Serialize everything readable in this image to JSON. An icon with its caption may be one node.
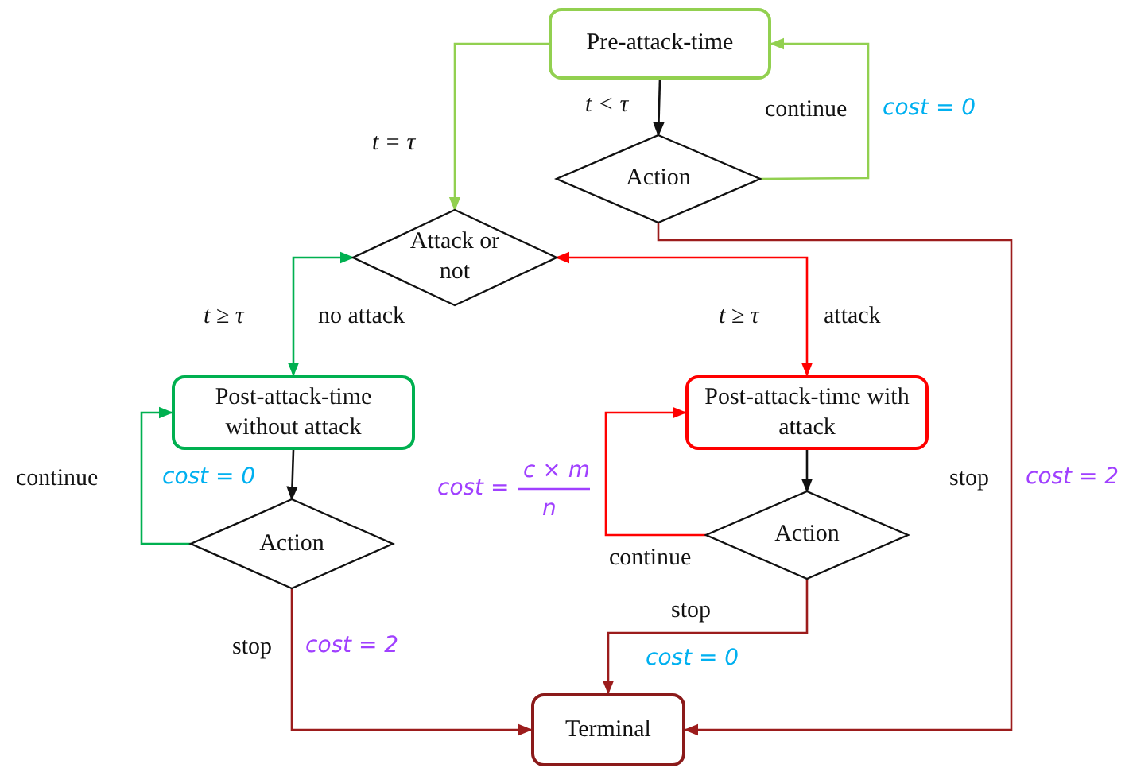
{
  "diagram": {
    "nodes": [
      {
        "text": [
          "Pre-attack-time"
        ]
      },
      {
        "text": [
          "Action"
        ]
      },
      {
        "text": [
          "Attack or not"
        ]
      },
      {
        "text": [
          "Post-attack-time without attack"
        ]
      },
      {
        "text": [
          "Action"
        ]
      },
      {
        "text": [
          "Post-attack-time with attack"
        ]
      },
      {
        "text": [
          "Action"
        ]
      },
      {
        "text": [
          "Terminal"
        ]
      }
    ],
    "edges": [
      {
        "from": 0,
        "to": 1,
        "arrow": "to",
        "label": "t < τ"
      },
      {
        "from": 1,
        "to": 0,
        "arrow": "to",
        "label": "continue",
        "color": "#92d050"
      },
      {
        "from": 0,
        "to": 2,
        "arrow": "to",
        "label": "t = τ",
        "color": "#92d050"
      },
      {
        "from": 1,
        "to": 7,
        "arrow": "to",
        "label": "stop",
        "color": "#9c1c1c"
      },
      {
        "from": 2,
        "to": 3,
        "arrow": "both",
        "label": "no attack",
        "color": "#00b050"
      },
      {
        "from": 2,
        "to": 5,
        "arrow": "both",
        "label": "attack",
        "color": "#ff0000"
      },
      {
        "from": 3,
        "to": 4,
        "arrow": "to"
      },
      {
        "from": 4,
        "to": 3,
        "arrow": "to",
        "label": "continue",
        "color": "#00b050"
      },
      {
        "from": 4,
        "to": 7,
        "arrow": "to",
        "label": "stop",
        "color": "#9c1c1c"
      },
      {
        "from": 5,
        "to": 6,
        "arrow": "to"
      },
      {
        "from": 6,
        "to": 5,
        "arrow": "to",
        "label": "continue",
        "color": "#ff0000"
      },
      {
        "from": 6,
        "to": 7,
        "arrow": "to",
        "label": "stop",
        "color": "#9c1c1c"
      }
    ],
    "labels": [
      "cost = 0",
      "t ≥ τ",
      "t ≥ τ",
      "cost = 0",
      "cost =",
      "c × m",
      "n",
      "cost = 2",
      "cost = 2",
      "cost = 0"
    ]
  }
}
